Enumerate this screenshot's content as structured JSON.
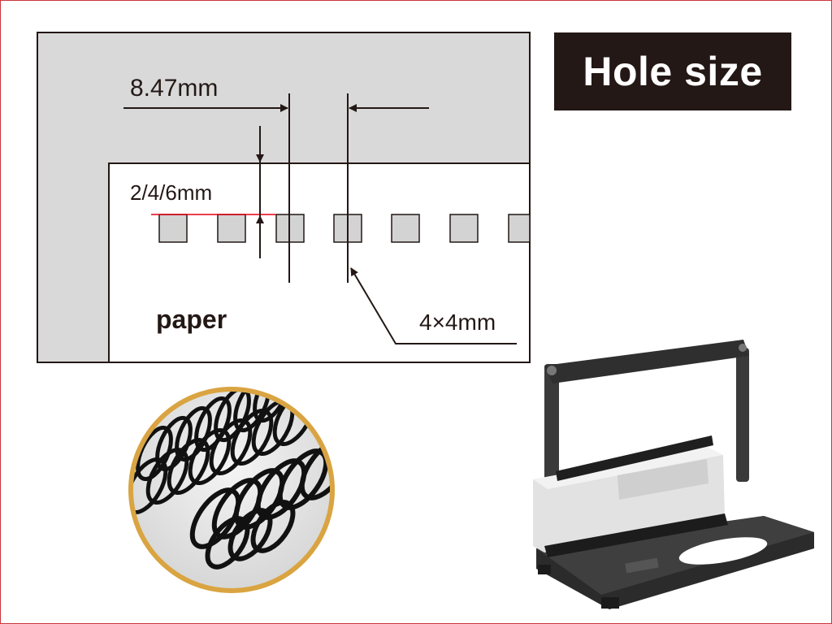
{
  "title": "Hole size",
  "diagram": {
    "pitch_label": "8.47mm",
    "margin_label": "2/4/6mm",
    "hole_label": "4×4mm",
    "paper_label": "paper"
  },
  "colors": {
    "title_bg": "#231815",
    "title_text": "#ffffff",
    "cover_gray": "#d9d9d9",
    "hole_gray": "#d3d3d3",
    "line_dark": "#231815",
    "margin_red": "#e60012",
    "coil_ring": "#d9a441"
  },
  "images": {
    "coil": "black-wire-binding-coils-photo",
    "machine": "wire-binding-machine-photo"
  }
}
